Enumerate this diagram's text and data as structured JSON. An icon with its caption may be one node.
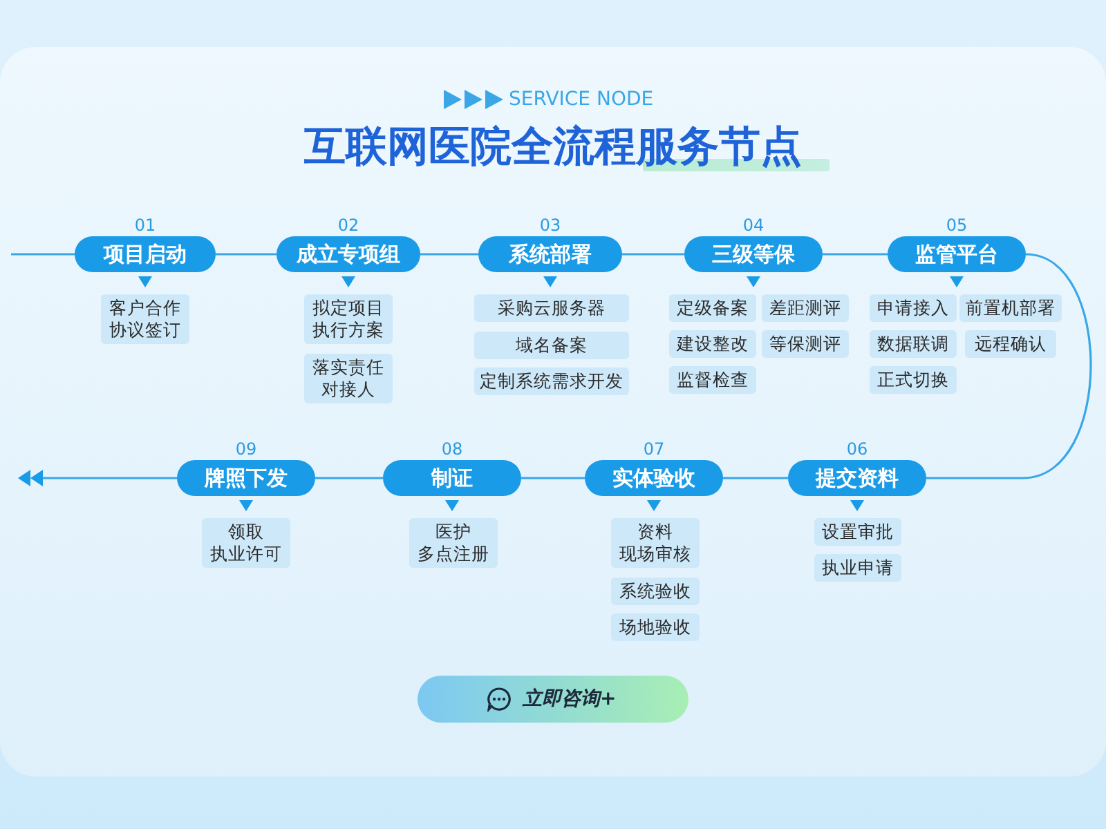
{
  "diagram": {
    "title": "互联网医院全流程服务节点",
    "nodes": [
      {
        "text": [
          "项目启动"
        ],
        "beside": [
          "01"
        ]
      },
      {
        "text": [
          "客户合作协议签订"
        ]
      },
      {
        "text": [
          "成立专项组"
        ],
        "beside": [
          "02"
        ]
      },
      {
        "text": [
          "拟定项目执行方案"
        ]
      },
      {
        "text": [
          "落实责任对接人"
        ]
      },
      {
        "text": [
          "系统部署"
        ],
        "beside": [
          "03"
        ]
      },
      {
        "text": [
          "采购云服务器"
        ]
      },
      {
        "text": [
          "域名备案"
        ]
      },
      {
        "text": [
          "定制系统需求开发"
        ]
      },
      {
        "text": [
          "三级等保"
        ],
        "beside": [
          "04"
        ]
      },
      {
        "text": [
          "定级备案"
        ]
      },
      {
        "text": [
          "差距测评"
        ]
      },
      {
        "text": [
          "建设整改"
        ]
      },
      {
        "text": [
          "等保测评"
        ]
      },
      {
        "text": [
          "监督检查"
        ]
      },
      {
        "text": [
          "监管平台"
        ],
        "beside": [
          "05"
        ]
      },
      {
        "text": [
          "申请接入"
        ]
      },
      {
        "text": [
          "前置机部署"
        ]
      },
      {
        "text": [
          "数据联调"
        ]
      },
      {
        "text": [
          "远程确认"
        ]
      },
      {
        "text": [
          "正式切换"
        ]
      },
      {
        "text": [
          "提交资料"
        ],
        "beside": [
          "06"
        ]
      },
      {
        "text": [
          "设置审批"
        ]
      },
      {
        "text": [
          "执业申请"
        ]
      },
      {
        "text": [
          "实体验收"
        ],
        "beside": [
          "07"
        ]
      },
      {
        "text": [
          "资料现场审核"
        ]
      },
      {
        "text": [
          "系统验收"
        ]
      },
      {
        "text": [
          "场地验收"
        ]
      },
      {
        "text": [
          "制证"
        ],
        "beside": [
          "08"
        ]
      },
      {
        "text": [
          "医护多点注册"
        ]
      },
      {
        "text": [
          "牌照下发"
        ],
        "beside": [
          "09"
        ]
      },
      {
        "text": [
          "领取执业许可"
        ]
      },
      {
        "text": [
          "立即咨询+"
        ]
      }
    ],
    "edges": [
      {
        "from": null,
        "to": 0,
        "arrow": "none"
      },
      {
        "from": 0,
        "to": 2,
        "arrow": "none"
      },
      {
        "from": 2,
        "to": 5,
        "arrow": "none"
      },
      {
        "from": 5,
        "to": 9,
        "arrow": "none"
      },
      {
        "from": 9,
        "to": 15,
        "arrow": "none"
      },
      {
        "from": 15,
        "to": 21,
        "arrow": "none"
      },
      {
        "from": 21,
        "to": 24,
        "arrow": "none"
      },
      {
        "from": 24,
        "to": 28,
        "arrow": "none"
      },
      {
        "from": 28,
        "to": 30,
        "arrow": "none"
      },
      {
        "from": 30,
        "to": null,
        "arrow": "to"
      }
    ],
    "labels": [
      "SERVICE NODE"
    ]
  }
}
